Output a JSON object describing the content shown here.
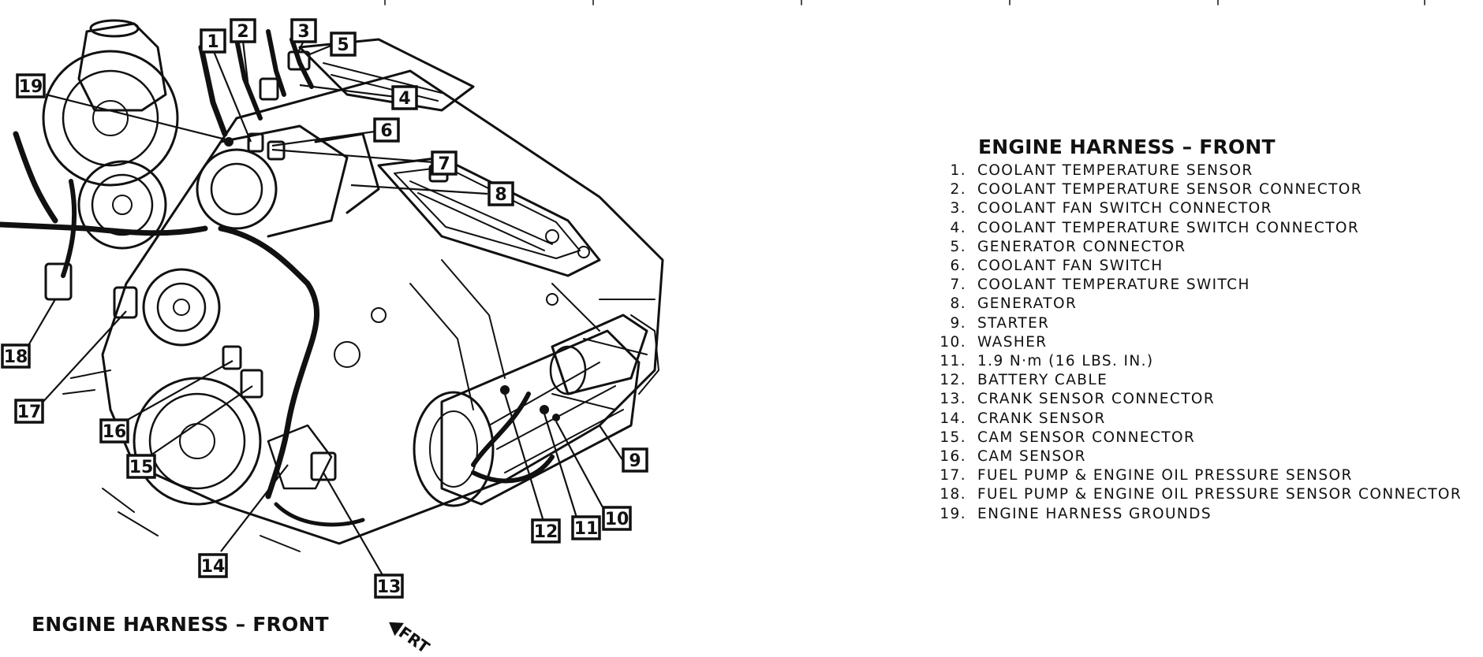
{
  "title": "ENGINE HARNESS – FRONT",
  "caption": "ENGINE HARNESS – FRONT",
  "front_marker": "FRT",
  "legend": [
    {
      "num": "1.",
      "label": "COOLANT TEMPERATURE SENSOR"
    },
    {
      "num": "2.",
      "label": "COOLANT TEMPERATURE SENSOR CONNECTOR"
    },
    {
      "num": "3.",
      "label": "COOLANT FAN SWITCH CONNECTOR"
    },
    {
      "num": "4.",
      "label": "COOLANT TEMPERATURE SWITCH CONNECTOR"
    },
    {
      "num": "5.",
      "label": "GENERATOR CONNECTOR"
    },
    {
      "num": "6.",
      "label": "COOLANT FAN SWITCH"
    },
    {
      "num": "7.",
      "label": "COOLANT TEMPERATURE SWITCH"
    },
    {
      "num": "8.",
      "label": "GENERATOR"
    },
    {
      "num": "9.",
      "label": "STARTER"
    },
    {
      "num": "10.",
      "label": "WASHER"
    },
    {
      "num": "11.",
      "label": "1.9 N·m (16 LBS. IN.)"
    },
    {
      "num": "12.",
      "label": "BATTERY CABLE"
    },
    {
      "num": "13.",
      "label": "CRANK SENSOR CONNECTOR"
    },
    {
      "num": "14.",
      "label": "CRANK SENSOR"
    },
    {
      "num": "15.",
      "label": "CAM SENSOR CONNECTOR"
    },
    {
      "num": "16.",
      "label": "CAM SENSOR"
    },
    {
      "num": "17.",
      "label": "FUEL PUMP & ENGINE OIL PRESSURE SENSOR"
    },
    {
      "num": "18.",
      "label": "FUEL PUMP & ENGINE OIL PRESSURE SENSOR CONNECTOR"
    },
    {
      "num": "19.",
      "label": "ENGINE HARNESS GROUNDS"
    }
  ],
  "callouts": [
    "1",
    "2",
    "3",
    "4",
    "5",
    "6",
    "7",
    "8",
    "9",
    "10",
    "11",
    "12",
    "13",
    "14",
    "15",
    "16",
    "17",
    "18",
    "19"
  ]
}
